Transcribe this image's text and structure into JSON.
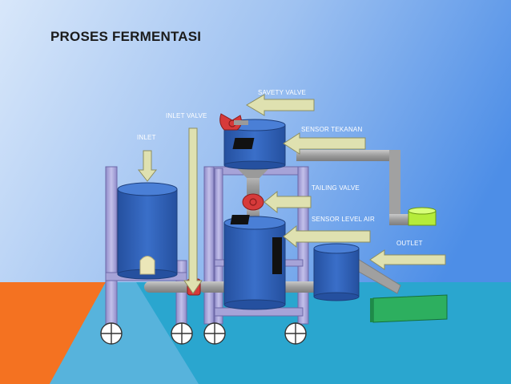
{
  "slide": {
    "title": "PROSES FERMENTASI",
    "colors": {
      "background_top": "#4f8fe6",
      "background_mid": "#a9c9f3",
      "accent_orange": "#f47221",
      "accent_teal": "#29a6cd",
      "tank_blue": "#2f5fb7",
      "frame_lavender": "#a6a3d8",
      "arrow_khaki": "#dfe1b0",
      "valve_red": "#d63a3a",
      "outlet_green": "#2daf5f",
      "receiver_green": "#b5ec3a"
    }
  },
  "diagram": {
    "labels": {
      "safety_valve": "SAVETY VALVE",
      "inlet_valve": "INLET VALVE",
      "inlet": "INLET",
      "pressure_sensor": "SENSOR TEKANAN",
      "tailing_valve": "TAILING VALVE",
      "water_level_sensor": "SENSOR LEVEL AIR",
      "outlet": "OUTLET"
    }
  }
}
